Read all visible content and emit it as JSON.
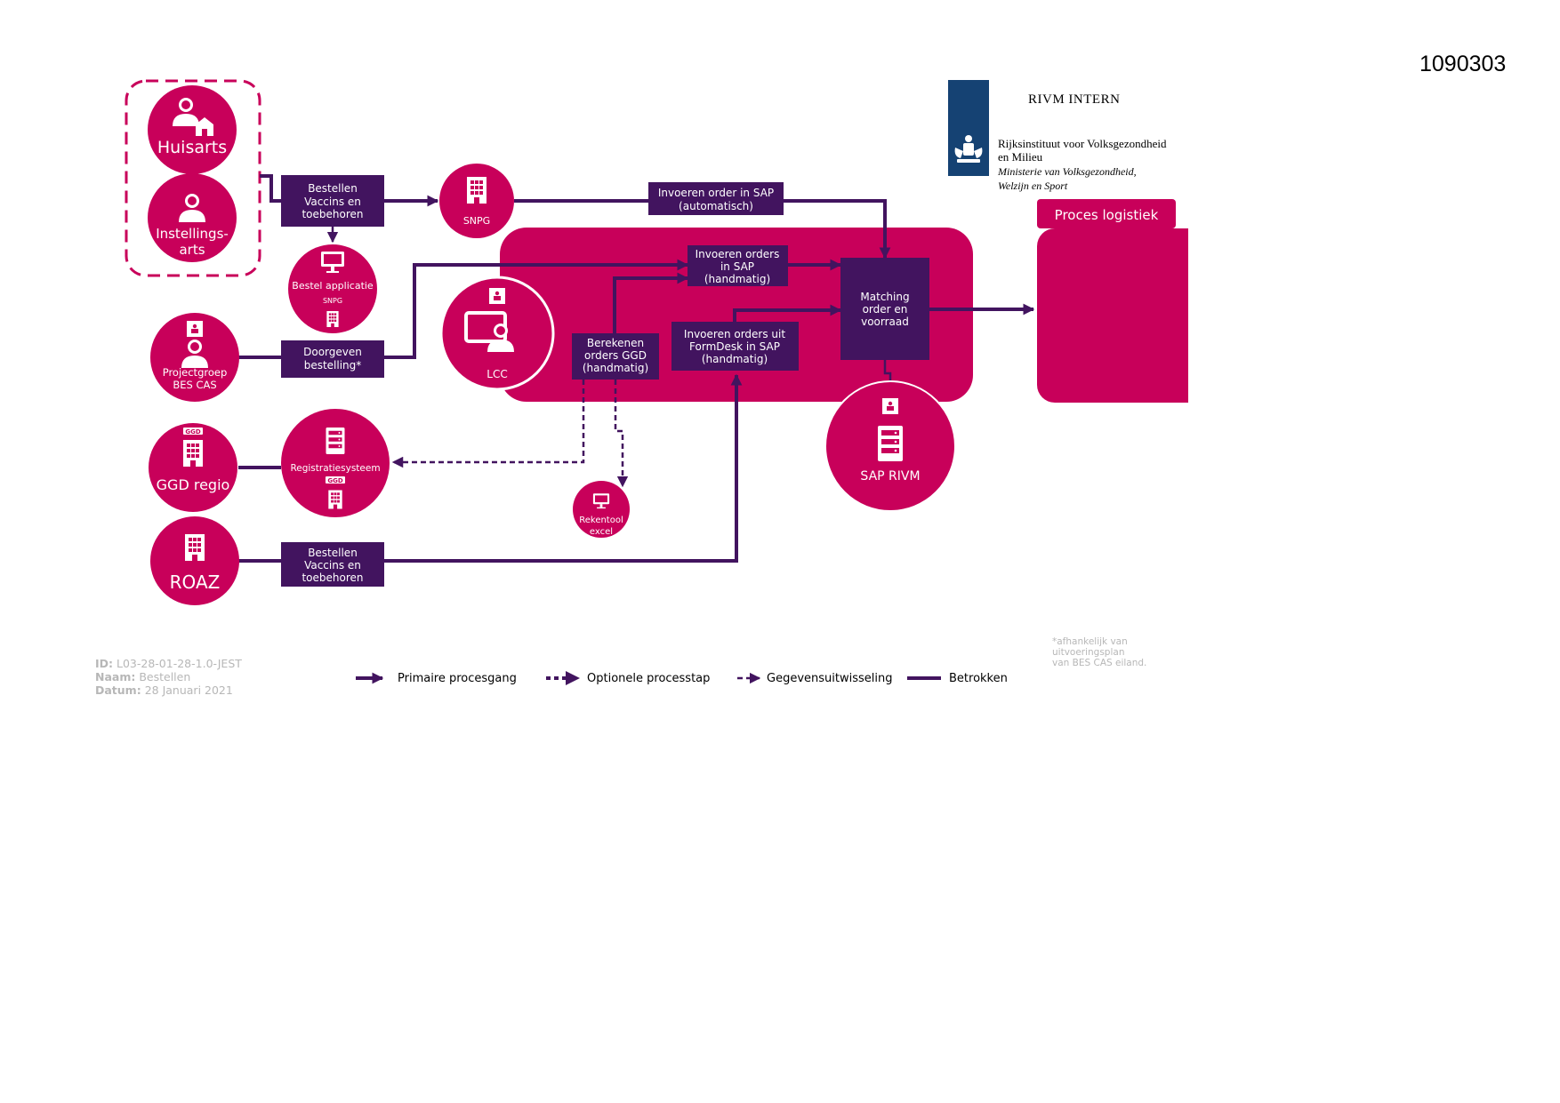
{
  "document_number": "1090303",
  "logo": {
    "classification": "RIVM INTERN",
    "org_line1": "Rijksinstituut voor Volksgezondheid",
    "org_line2": "en Milieu",
    "ministry_line1": "Ministerie van Volksgezondheid,",
    "ministry_line2": "Welzijn en Sport"
  },
  "colors": {
    "magenta": "#c8005a",
    "purple": "#42145f",
    "navy": "#154273",
    "grey": "#b7b7b7"
  },
  "actors": {
    "huisarts": "Huisarts",
    "instellingsarts_1": "Instellings-",
    "instellingsarts_2": "arts",
    "snpg": "SNPG",
    "bestel_app_1": "Bestel applicatie",
    "bestel_app_2": "SNPG",
    "projectgroep_1": "Projectgroep",
    "projectgroep_2": "BES CAS",
    "lcc": "LCC",
    "ggd_regio": "GGD regio",
    "registratiesysteem": "Registratiesysteem",
    "rekentool_1": "Rekentool",
    "rekentool_2": "excel",
    "roaz": "ROAZ",
    "sap_rivm": "SAP RIVM"
  },
  "steps": {
    "bestellen_1": [
      "Bestellen",
      "Vaccins en",
      "toebehoren"
    ],
    "invoeren_auto": [
      "Invoeren order in SAP",
      "(automatisch)"
    ],
    "invoeren_hand": [
      "Invoeren orders",
      "in SAP",
      "(handmatig)"
    ],
    "doorgeven": [
      "Doorgeven",
      "bestelling*"
    ],
    "berekenen": [
      "Berekenen",
      "orders GGD",
      "(handmatig)"
    ],
    "formdesk": [
      "Invoeren orders uit",
      "FormDesk in SAP",
      "(handmatig)"
    ],
    "matching": [
      "Matching",
      "order en",
      "voorraad"
    ],
    "bestellen_2": [
      "Bestellen",
      "Vaccins en",
      "toebehoren"
    ]
  },
  "process_label": "Proces logistiek",
  "meta": {
    "id_label": "ID:",
    "id_value": "L03-28-01-28-1.0-JEST",
    "naam_label": "Naam:",
    "naam_value": "Bestellen",
    "datum_label": "Datum:",
    "datum_value": "28 Januari 2021"
  },
  "footnote": [
    "*afhankelijk van",
    "uitvoeringsplan",
    "van BES CAS eiland."
  ],
  "legend": {
    "primary": "Primaire procesgang",
    "optional": "Optionele processtap",
    "data": "Gegevensuitwisseling",
    "involved": "Betrokken"
  },
  "icons": {
    "huisarts": "doctor-house-icon",
    "instellingsarts": "doctor-icon",
    "snpg": "building-icon",
    "bestel_app": "monitor-icon",
    "projectgroep": "person-icon",
    "lcc": "person-monitor-icon",
    "ggd": "building-icon",
    "registratie": "server-icon",
    "rekentool": "monitor-icon",
    "roaz": "building-icon",
    "sap": "server-icon",
    "crest": "coat-of-arms-icon"
  }
}
